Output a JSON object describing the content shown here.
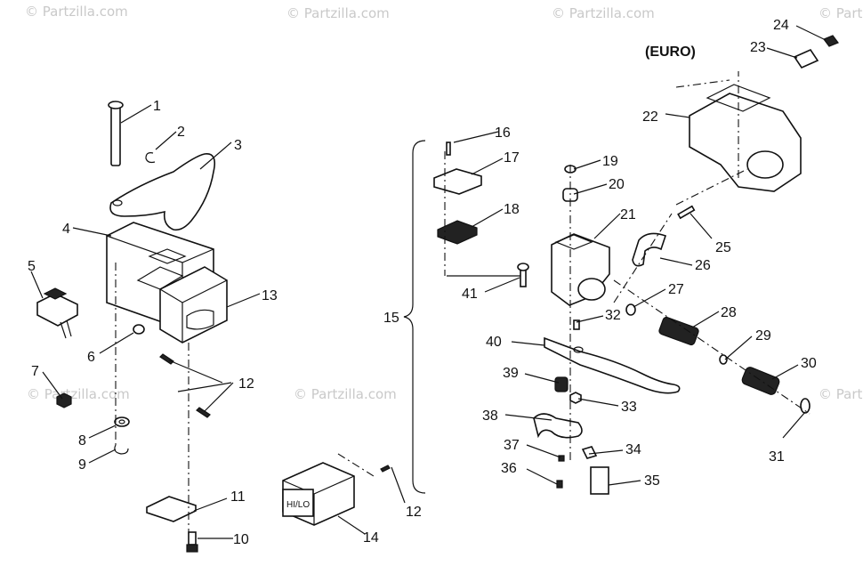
{
  "watermarks": [
    "© Partzilla.com",
    "© Partzilla.com",
    "© Partzilla.com",
    "© Partzilla.com",
    "© Partzilla.com",
    "© Partzilla.com",
    "© Partzilla.com"
  ],
  "euro_label": "(EURO)",
  "switch_text": "HI/LO",
  "callouts": [
    "1",
    "2",
    "3",
    "4",
    "5",
    "6",
    "7",
    "8",
    "9",
    "10",
    "11",
    "12",
    "12",
    "13",
    "14",
    "15",
    "16",
    "17",
    "18",
    "19",
    "20",
    "21",
    "22",
    "23",
    "24",
    "25",
    "26",
    "27",
    "28",
    "29",
    "30",
    "31",
    "32",
    "33",
    "34",
    "35",
    "36",
    "37",
    "38",
    "39",
    "40",
    "41"
  ]
}
